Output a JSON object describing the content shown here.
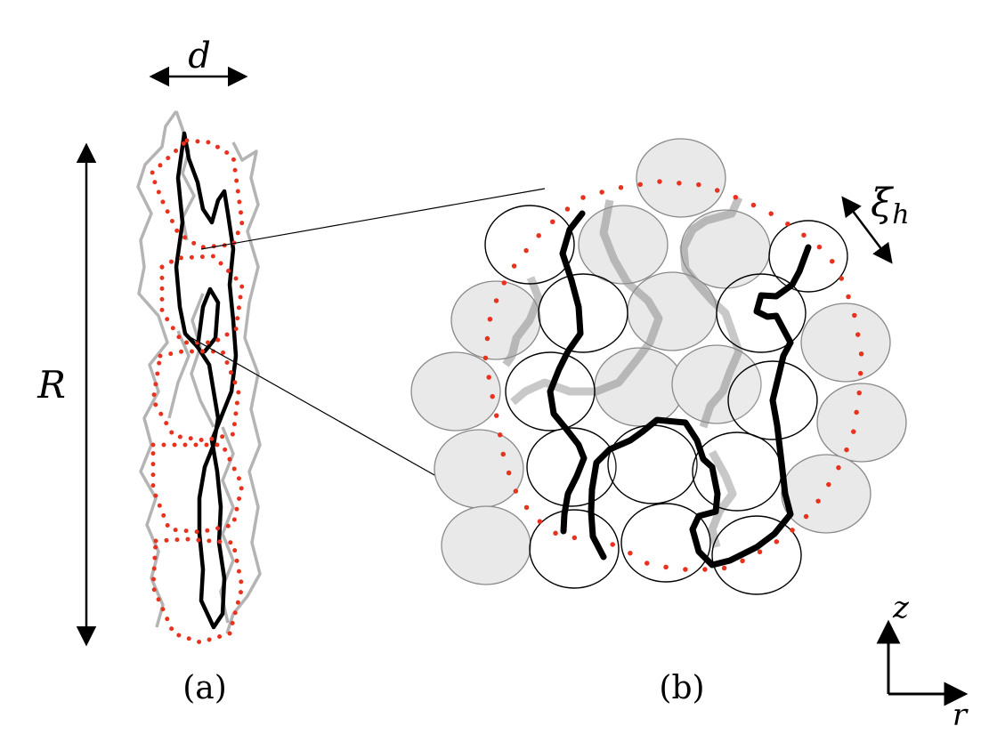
{
  "labels": {
    "width": "d",
    "length": "R",
    "blob_size": "ξ",
    "blob_size_sub": "h",
    "panel_a": "(a)",
    "panel_b": "(b)",
    "axis_z": "z",
    "axis_r": "r"
  },
  "colors": {
    "chain": "#000000",
    "background_chain": "#b4b4b4",
    "outline_dots": "#e8321e",
    "shaded_blob": "#e9e9e9",
    "blob_stroke": "#555555"
  }
}
